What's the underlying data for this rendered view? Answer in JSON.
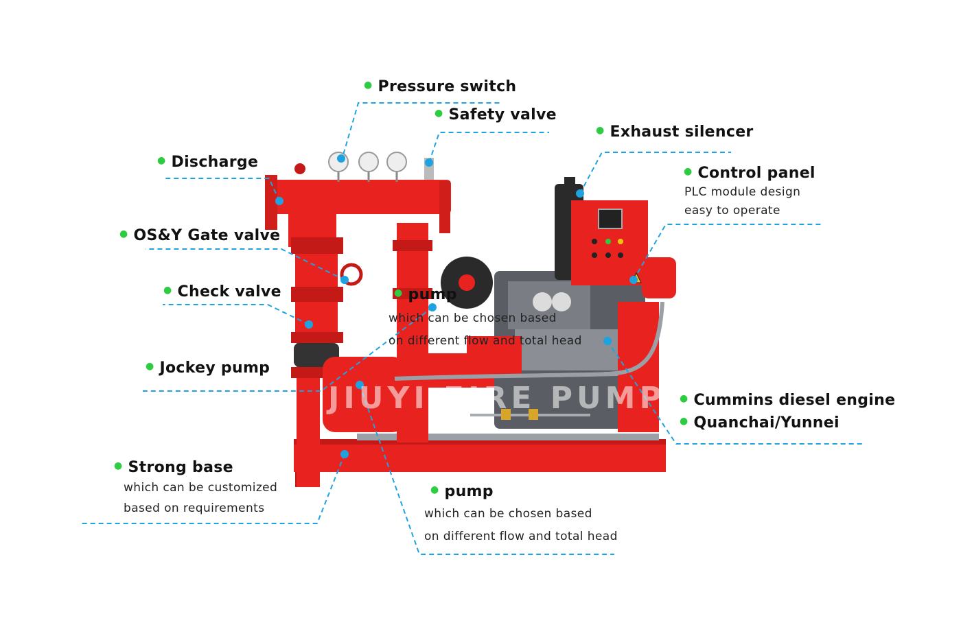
{
  "watermark": "JIUYI FIRE PUMP",
  "colors": {
    "machine_red": "#e8231f",
    "engine_gray": "#5a5d63",
    "callout_blue": "#1fa3e0",
    "bullet_green": "#2ecc40"
  },
  "callouts": {
    "pressure_switch": {
      "label": "Pressure switch"
    },
    "safety_valve": {
      "label": "Safety valve"
    },
    "exhaust_silencer": {
      "label": "Exhaust silencer"
    },
    "discharge": {
      "label": "Discharge"
    },
    "control_panel": {
      "label": "Control panel",
      "line1": "PLC module design",
      "line2": "easy to operate"
    },
    "gate_valve": {
      "label": "OS&Y Gate valve"
    },
    "check_valve": {
      "label": "Check valve"
    },
    "pump_upper": {
      "label": "pump",
      "line1": "which can be chosen based",
      "line2": "on different flow and total head"
    },
    "jockey_pump": {
      "label": "Jockey pump"
    },
    "engine": {
      "label1": "Cummins diesel engine",
      "label2": "Quanchai/Yunnei"
    },
    "strong_base": {
      "label": "Strong base",
      "line1": "which can be customized",
      "line2": "based on requirements"
    },
    "pump_lower": {
      "label": "pump",
      "line1": "which can be chosen based",
      "line2": "on different flow and total head"
    }
  }
}
